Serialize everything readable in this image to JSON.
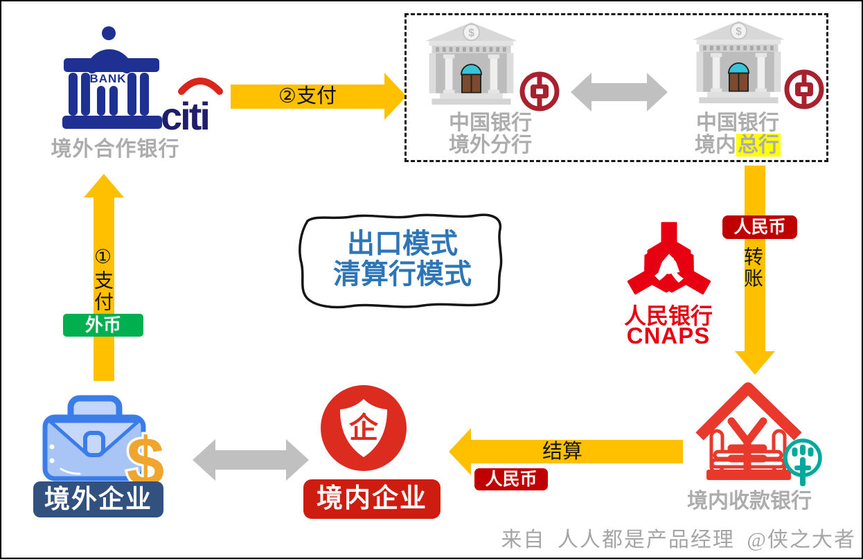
{
  "bubble": {
    "line1": "出口模式",
    "line2": "清算行模式"
  },
  "overseas_bank": {
    "icon_text": "BANK",
    "brand": "citi",
    "label": "境外合作银行"
  },
  "boc_overseas_branch": {
    "line1": "中国银行",
    "line2": "境外分行"
  },
  "boc_head_office": {
    "line1": "中国银行",
    "line2_prefix": "境内",
    "line2_highlight": "总行"
  },
  "pboc": {
    "name": "人民银行",
    "system": "CNAPS"
  },
  "receiving_bank": {
    "label": "境内收款银行",
    "currency_symbol": "¥"
  },
  "domestic_enterprise": {
    "shield_char": "企",
    "label": "境内企业"
  },
  "overseas_enterprise": {
    "label": "境外企业",
    "currency_symbol": "$"
  },
  "building": {
    "pediment_symbol": "$"
  },
  "arrows": {
    "step1": {
      "label": "①支付",
      "tag": "外币"
    },
    "step2": {
      "label": "②支付"
    },
    "transfer": {
      "tag": "人民币",
      "label": "转账"
    },
    "settlement": {
      "label": "结算",
      "tag": "人民币"
    }
  },
  "watermark": "来自 人人都是产品经理 @侠之大者",
  "colors": {
    "arrow_yellow": "#FFC000",
    "gray_arrow": "#C0C0C0",
    "tag_green": "#00B050",
    "tag_red": "#C00000",
    "pboc_red": "#E60012",
    "boc_red": "#A7212E",
    "house_red": "#E8392C",
    "abc_teal": "#00A99D",
    "bubble_blue": "#2E75B6",
    "label_gray": "#ACACAC",
    "enterprise_red": "#CE1C10",
    "enterprise_navy": "#33517F",
    "bank_navy": "#1E3092",
    "citi_indigo": "#201D6B",
    "citi_arc_red": "#D9251C",
    "gold": "#F0A52F",
    "highlight_yellow": "#FFFF00"
  }
}
